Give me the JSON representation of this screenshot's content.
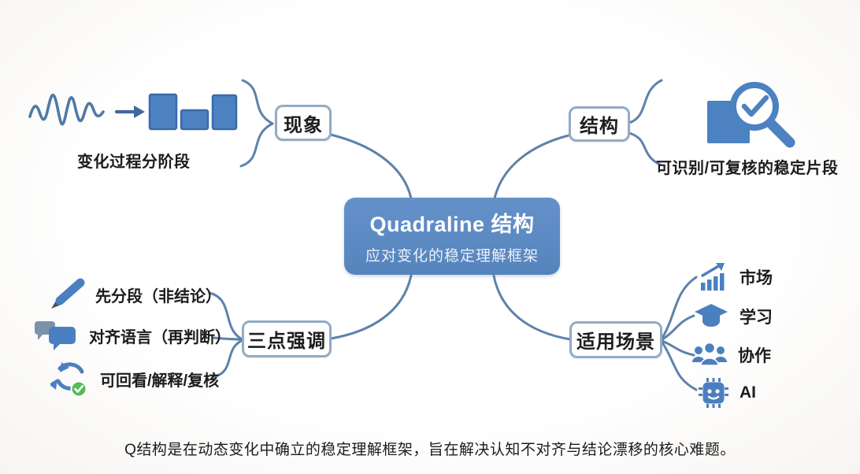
{
  "central": {
    "title": "Quadraline 结构",
    "subtitle": "应对变化的稳定理解框架"
  },
  "branches": {
    "phenomenon": {
      "label": "现象",
      "leaf": {
        "icon": "wave-to-blocks-icon",
        "caption": "变化过程分阶段"
      }
    },
    "structure": {
      "label": "结构",
      "leaf": {
        "icon": "magnifier-check-icon",
        "caption": "可识别/可复核的稳定片段"
      }
    },
    "three_points": {
      "label": "三点强调",
      "items": [
        {
          "icon": "pen-icon",
          "text": "先分段（非结论）"
        },
        {
          "icon": "chat-bubbles-icon",
          "text": "对齐语言（再判断）"
        },
        {
          "icon": "refresh-check-icon",
          "text": "可回看/解释/复核"
        }
      ]
    },
    "scenarios": {
      "label": "适用场景",
      "items": [
        {
          "icon": "market-trend-icon",
          "text": "市场"
        },
        {
          "icon": "graduation-cap-icon",
          "text": "学习"
        },
        {
          "icon": "people-icon",
          "text": "协作"
        },
        {
          "icon": "ai-chip-icon",
          "text": "AI"
        }
      ]
    }
  },
  "footer": {
    "text": "Q结构是在动态变化中确立的稳定理解框架，旨在解决认知不对齐与结论漂移的核心难题。"
  },
  "colors": {
    "accent_blue": "#4b80c0",
    "central_fill": "#5b88c2",
    "edge_line": "#5d82aa",
    "node_border": "#94abc4",
    "check_green": "#57b957",
    "bubble_back": "#7b92aa",
    "text": "#1f1f1f"
  }
}
